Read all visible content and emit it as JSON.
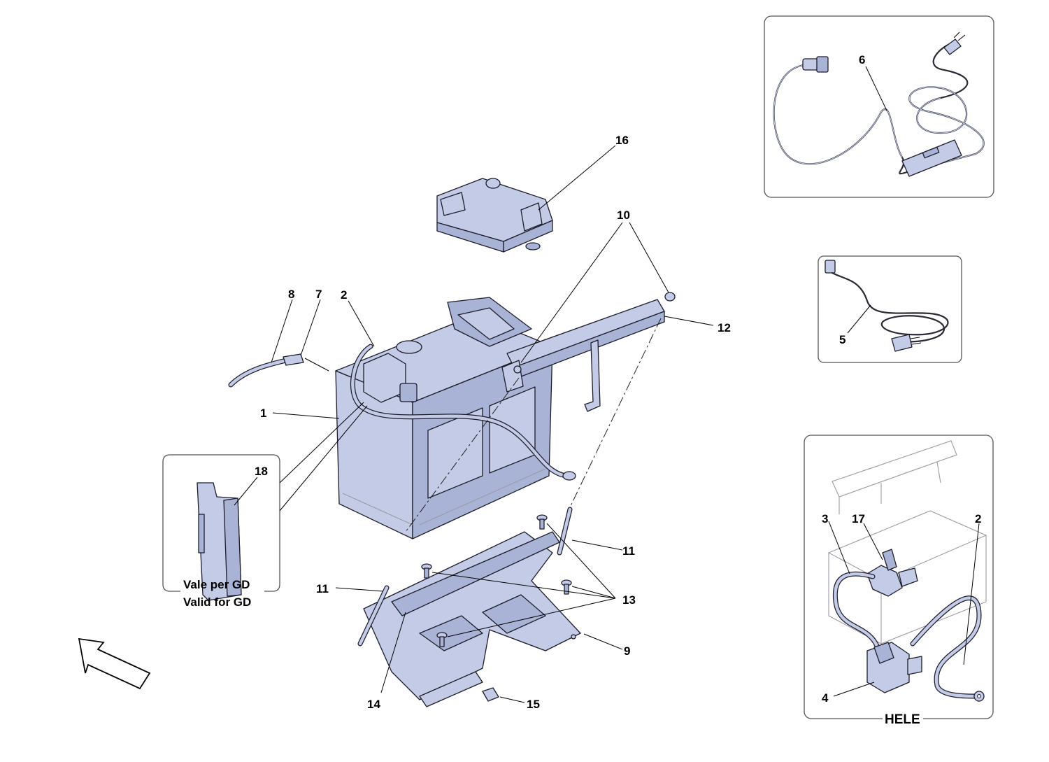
{
  "callouts": {
    "c1": "1",
    "c2": "2",
    "c2b": "2",
    "c3": "3",
    "c4": "4",
    "c5": "5",
    "c6": "6",
    "c7": "7",
    "c8": "8",
    "c9": "9",
    "c10": "10",
    "c11a": "11",
    "c11b": "11",
    "c12": "12",
    "c13": "13",
    "c14": "14",
    "c15": "15",
    "c16": "16",
    "c17": "17",
    "c18": "18"
  },
  "insets": {
    "gd_line1": "Vale per GD",
    "gd_line2": "Valid for GD",
    "hele": "HELE"
  },
  "icons": {
    "direction_arrow": "arrow-up-left-icon",
    "charger_brand": "ferrari-logo"
  }
}
